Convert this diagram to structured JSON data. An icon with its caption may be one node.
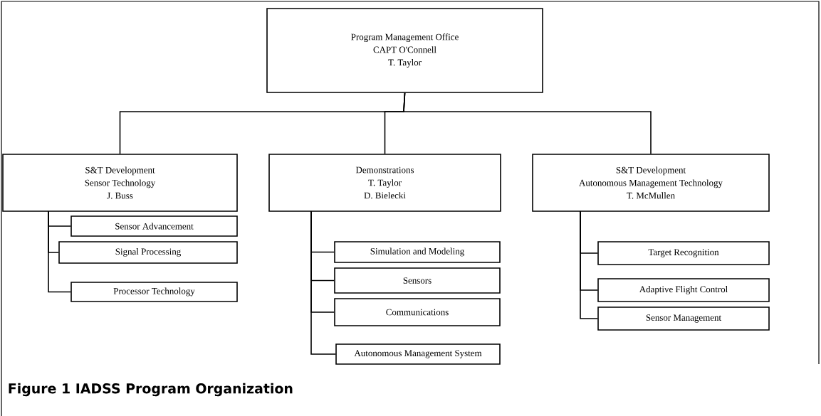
{
  "diagram": {
    "caption": "Figure 1 IADSS Program Organization",
    "nodes": [
      {
        "text": [
          "Program Management Office",
          "CAPT O'Connell",
          "T. Taylor"
        ]
      },
      {
        "text": [
          "S&T Development",
          "Sensor Technology",
          "J. Buss"
        ]
      },
      {
        "text": [
          "Demonstrations",
          "T. Taylor",
          "D. Bielecki"
        ]
      },
      {
        "text": [
          "S&T Development",
          "Autonomous Management Technology",
          "T. McMullen"
        ]
      },
      {
        "text": [
          "Sensor Advancement"
        ]
      },
      {
        "text": [
          "Signal Processing"
        ]
      },
      {
        "text": [
          "Processor Technology"
        ]
      },
      {
        "text": [
          "Simulation and Modeling"
        ]
      },
      {
        "text": [
          "Sensors"
        ]
      },
      {
        "text": [
          "Communications"
        ]
      },
      {
        "text": [
          "Autonomous Management System"
        ]
      },
      {
        "text": [
          "Target Recognition"
        ]
      },
      {
        "text": [
          "Adaptive Flight Control"
        ]
      },
      {
        "text": [
          "Sensor Management"
        ]
      }
    ],
    "edges": [
      {
        "from": 0,
        "to": 1,
        "arrow": "none"
      },
      {
        "from": 0,
        "to": 2,
        "arrow": "none"
      },
      {
        "from": 0,
        "to": 3,
        "arrow": "none"
      },
      {
        "from": 1,
        "to": 4,
        "arrow": "none"
      },
      {
        "from": 1,
        "to": 5,
        "arrow": "none"
      },
      {
        "from": 1,
        "to": 6,
        "arrow": "none"
      },
      {
        "from": 2,
        "to": 7,
        "arrow": "none"
      },
      {
        "from": 2,
        "to": 8,
        "arrow": "none"
      },
      {
        "from": 2,
        "to": 9,
        "arrow": "none"
      },
      {
        "from": 2,
        "to": 10,
        "arrow": "none"
      },
      {
        "from": 3,
        "to": 11,
        "arrow": "none"
      },
      {
        "from": 3,
        "to": 12,
        "arrow": "none"
      },
      {
        "from": 3,
        "to": 13,
        "arrow": "none"
      }
    ]
  }
}
